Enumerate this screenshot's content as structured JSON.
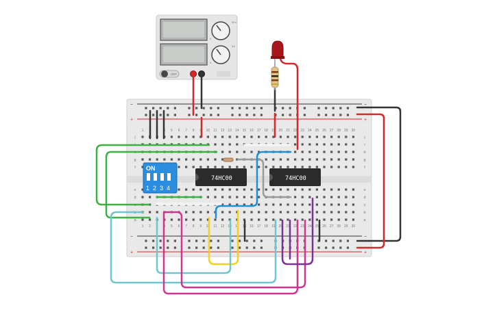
{
  "power_supply": {
    "off_label": "OFF",
    "knob_a_max": "30V",
    "knob_a_min": "0",
    "knob_b_max": "5A",
    "knob_b_min": "0"
  },
  "breadboard": {
    "columns": [
      "1",
      "2",
      "3",
      "4",
      "5",
      "6",
      "7",
      "8",
      "9",
      "10",
      "11",
      "12",
      "13",
      "14",
      "15",
      "16",
      "17",
      "18",
      "19",
      "20",
      "21",
      "22",
      "23",
      "24",
      "25",
      "26",
      "27",
      "28",
      "29",
      "30"
    ],
    "rows_top": [
      "j",
      "i",
      "h",
      "g",
      "f"
    ],
    "rows_bottom": [
      "e",
      "d",
      "c",
      "b",
      "a"
    ],
    "rail_minus": "−",
    "rail_plus": "+"
  },
  "dip_switch": {
    "on_label": "ON",
    "switch_numbers": [
      "1",
      "2",
      "3",
      "4"
    ]
  },
  "chips": [
    {
      "label": "74HC00"
    },
    {
      "label": "74HC00"
    }
  ],
  "colors": {
    "red_wire": "#d62828",
    "black_wire": "#333333",
    "green_wire": "#3cb043",
    "blue_wire": "#1f8fd6",
    "cyan_wire": "#6cc6d0",
    "magenta_wire": "#d0348e",
    "purple_wire": "#7b3294",
    "yellow_wire": "#f2d21e",
    "gray_wire": "#9a9a9a",
    "white_wire": "#f4f4f4",
    "dip_blue": "#2a8de0",
    "chip_body": "#2b2b2b",
    "led_red": "#a8171b"
  }
}
